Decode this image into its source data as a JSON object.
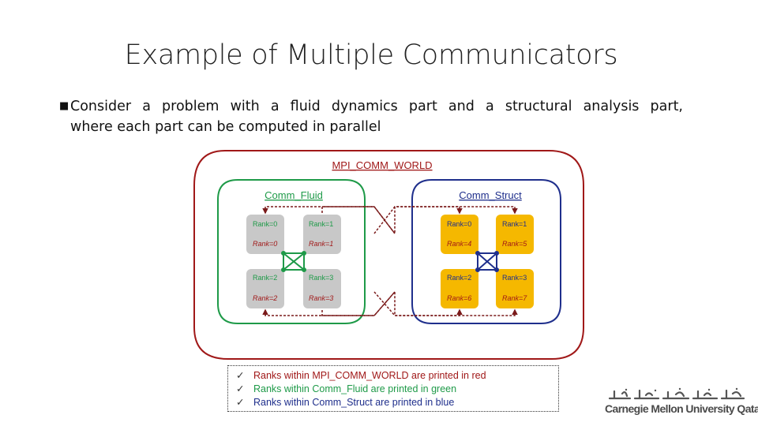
{
  "slide": {
    "title": "Example of Multiple Communicators",
    "bullet_line1": "Consider a problem with a fluid dynamics part and a structural analysis part,",
    "bullet_line2": "where each part can be computed in parallel"
  },
  "diagram": {
    "world_label": "MPI_COMM_WORLD",
    "fluid": {
      "label": "Comm_Fluid",
      "cells": [
        {
          "local": "Rank=0",
          "world": "Rank=0"
        },
        {
          "local": "Rank=1",
          "world": "Rank=1"
        },
        {
          "local": "Rank=2",
          "world": "Rank=2"
        },
        {
          "local": "Rank=3",
          "world": "Rank=3"
        }
      ]
    },
    "struct": {
      "label": "Comm_Struct",
      "cells": [
        {
          "local": "Rank=0",
          "world": "Rank=4"
        },
        {
          "local": "Rank=1",
          "world": "Rank=5"
        },
        {
          "local": "Rank=2",
          "world": "Rank=6"
        },
        {
          "local": "Rank=3",
          "world": "Rank=7"
        }
      ]
    }
  },
  "legend": {
    "items": [
      "Ranks within MPI_COMM_WORLD are printed in red",
      "Ranks within Comm_Fluid are printed in green",
      "Ranks within Comm_Struct are printed in blue"
    ]
  },
  "logo": {
    "arabic": "جامعة كارنيجي ميلون في قطر",
    "english": "Carnegie Mellon University Qatar"
  },
  "colors": {
    "world": "#a01818",
    "fluid": "#1e9a48",
    "struct": "#1f2f8c",
    "fluid_cell": "#c8c8c8",
    "struct_cell": "#f5b800",
    "link": "#7a1a1a"
  }
}
